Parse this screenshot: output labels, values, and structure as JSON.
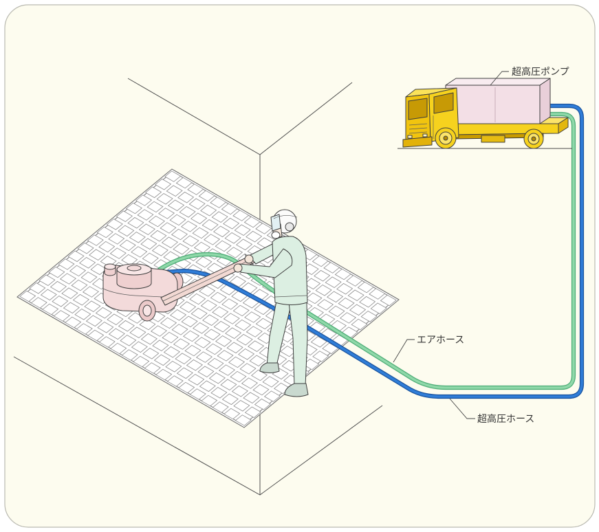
{
  "labels": {
    "pump": "超高圧ポンプ",
    "air_hose": "エアホース",
    "high_pressure_hose": "超高圧ホース"
  },
  "colors": {
    "panel": "#fdfcef",
    "air_hose": "#8fd8a9",
    "high_pressure_hose": "#2f7dd8",
    "truck": "#f6d21e",
    "pump_unit": "#f3dfe6",
    "cleaning_machine": "#f3dada",
    "worker_clothing": "#dcefe2"
  }
}
